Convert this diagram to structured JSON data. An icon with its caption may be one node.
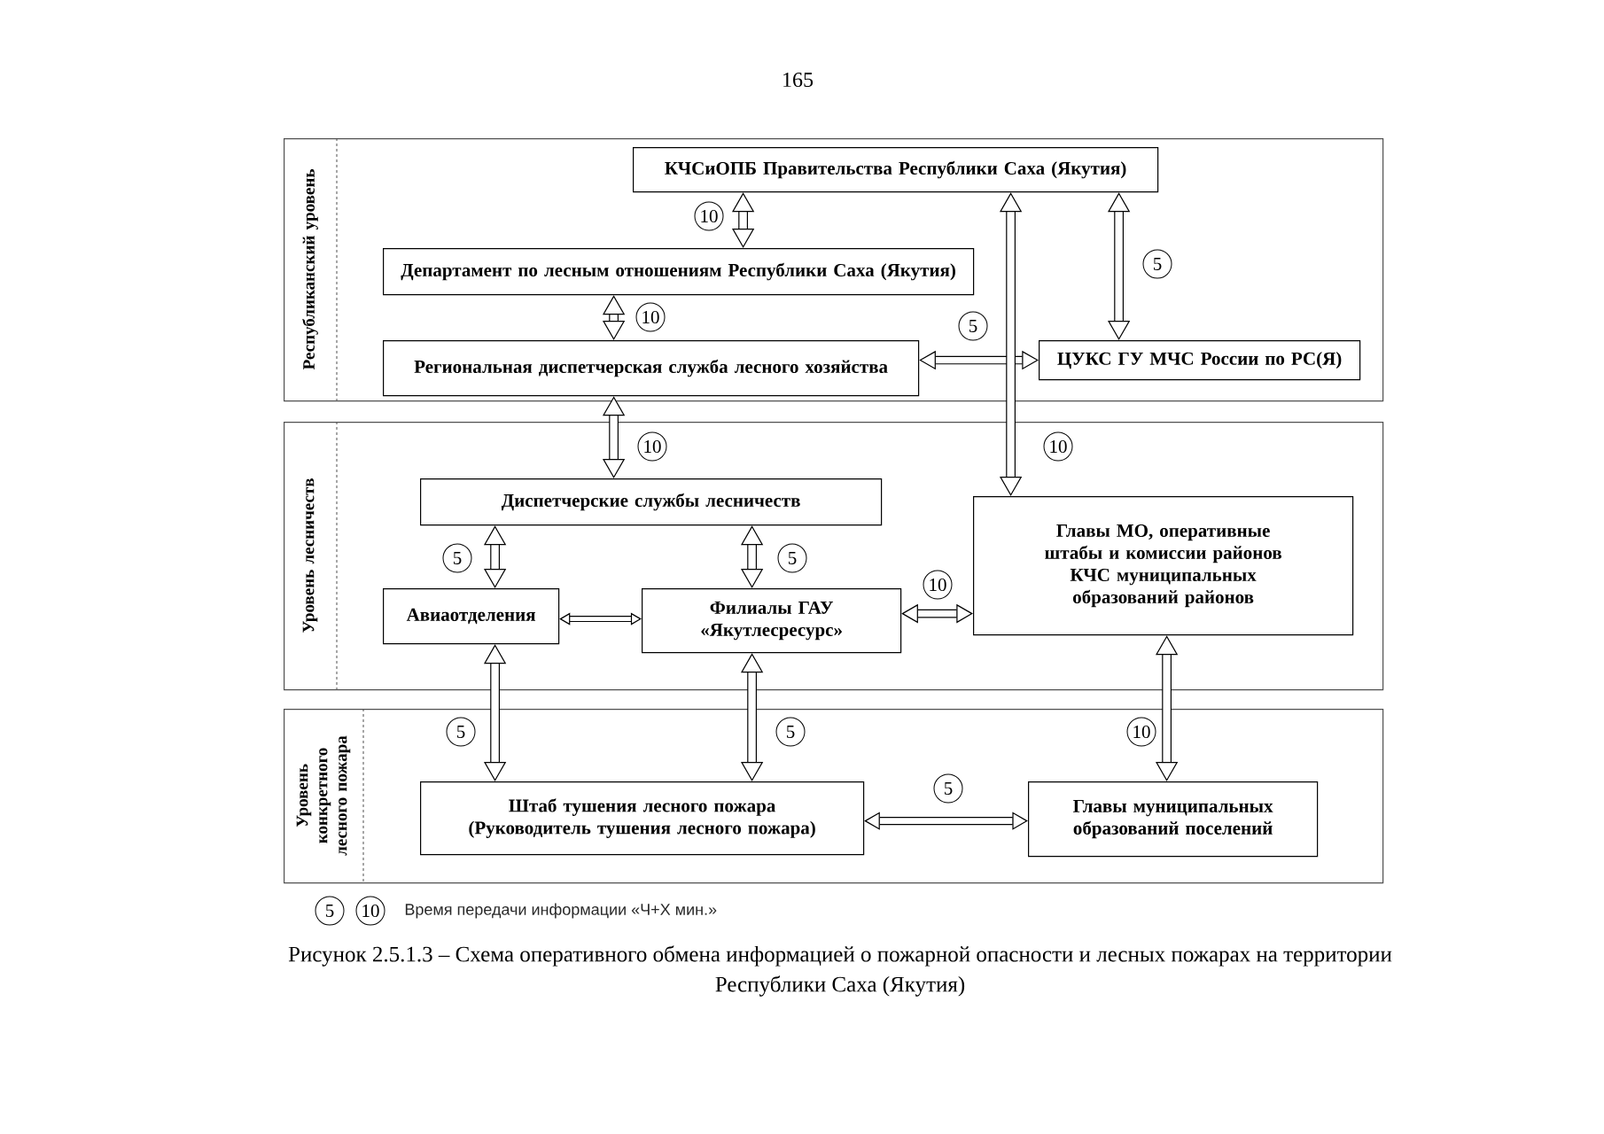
{
  "diagram": {
    "caption": "Рисунок 2.5.1.3 – Схема оперативного обмена информацией о пожарной опасности и лесных пожарах на территории Республики Саха (Якутия)",
    "nodes": [
      {
        "text": [
          "Республиканский уровень"
        ]
      },
      {
        "text": [
          "КЧСиОПБ Правительства Республики Саха (Якутия)"
        ],
        "in": 0
      },
      {
        "text": [
          "Департамент по лесным отношениям Республики Саха (Якутия)"
        ],
        "in": 0
      },
      {
        "text": [
          "Региональная диспетчерская служба лесного хозяйства"
        ],
        "in": 0
      },
      {
        "text": [
          "ЦУКС ГУ МЧС России по РС(Я)"
        ],
        "in": 0
      },
      {
        "text": [
          "Уровень лесничеств"
        ]
      },
      {
        "text": [
          "Диспетчерские службы лесничеств"
        ],
        "in": 5
      },
      {
        "text": [
          "Авиаотделения"
        ],
        "in": 5
      },
      {
        "text": [
          "Филиалы ГАУ «Якутлесресурс»"
        ],
        "in": 5
      },
      {
        "text": [
          "Главы МО, оперативные штабы и комиссии районов КЧС муниципальных образований районов"
        ],
        "in": 5
      },
      {
        "text": [
          "Уровень конкретного лесного пожара"
        ]
      },
      {
        "text": [
          "Штаб тушения лесного пожара (Руководитель тушения лесного пожара)"
        ],
        "in": 10
      },
      {
        "text": [
          "Главы муниципальных образований поселений"
        ],
        "in": 10
      }
    ],
    "edges": [
      {
        "from": 1,
        "to": 2,
        "arrow": "both",
        "label": "10"
      },
      {
        "from": 1,
        "to": 4,
        "arrow": "both",
        "label": "5"
      },
      {
        "from": 2,
        "to": 3,
        "arrow": "both",
        "label": "10"
      },
      {
        "from": 3,
        "to": 4,
        "arrow": "both",
        "label": "5"
      },
      {
        "from": 1,
        "to": 9,
        "arrow": "both",
        "label": "10"
      },
      {
        "from": 3,
        "to": 6,
        "arrow": "both",
        "label": "10"
      },
      {
        "from": 6,
        "to": 7,
        "arrow": "both",
        "label": "5"
      },
      {
        "from": 6,
        "to": 8,
        "arrow": "both",
        "label": "5"
      },
      {
        "from": 7,
        "to": 8,
        "arrow": "both"
      },
      {
        "from": 8,
        "to": 9,
        "arrow": "both",
        "label": "10"
      },
      {
        "from": 7,
        "to": 11,
        "arrow": "both",
        "label": "5"
      },
      {
        "from": 8,
        "to": 11,
        "arrow": "both",
        "label": "5"
      },
      {
        "from": 9,
        "to": 12,
        "arrow": "both",
        "label": "10"
      },
      {
        "from": 11,
        "to": 12,
        "arrow": "both",
        "label": "5"
      }
    ],
    "labels": [
      "165",
      "5",
      "10"
    ],
    "legend": [
      {
        "text": "Время передачи информации «Ч+Х мин.»"
      }
    ]
  }
}
